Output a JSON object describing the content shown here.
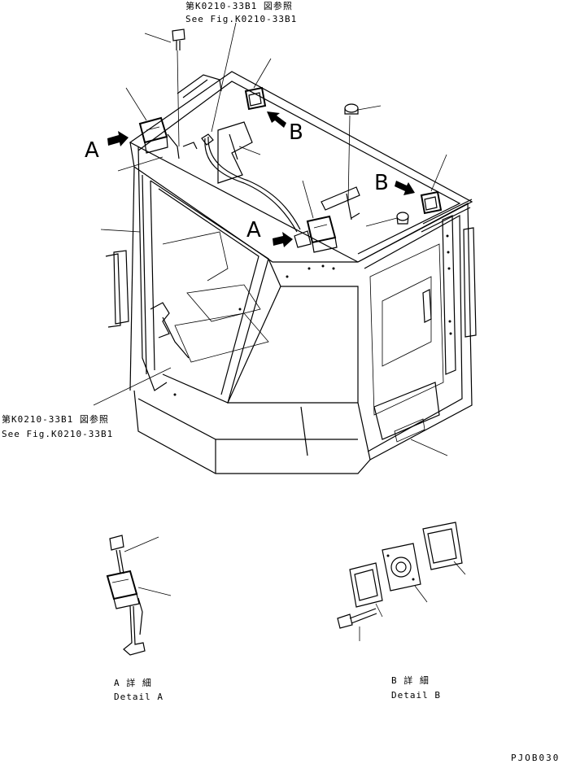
{
  "refs": {
    "top_jp": "第K0210-33B1 図参照",
    "top_en": "See Fig.K0210-33B1",
    "left_jp": "第K0210-33B1 図参照",
    "left_en": "See Fig.K0210-33B1"
  },
  "view_labels": {
    "a_left": "A",
    "b_top": "B",
    "b_right": "B",
    "a_center": "A"
  },
  "details": {
    "a_jp": "A 詳 細",
    "a_en": "Detail A",
    "b_jp": "B 詳 細",
    "b_en": "Detail B"
  },
  "drawing_code": "PJOB030"
}
